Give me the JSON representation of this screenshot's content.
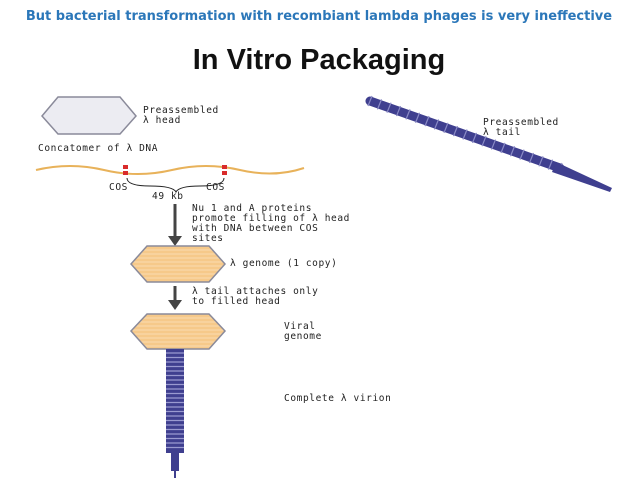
{
  "slide": {
    "banner": "But bacterial transformation with recombiant lambda phages is very ineffective",
    "title": "In Vitro Packaging"
  },
  "diagram": {
    "head_label_line1": "Preassembled",
    "head_label_line2": "λ head",
    "tail_label_line1": "Preassembled",
    "tail_label_line2": "λ tail",
    "concatomer_label": "Concatomer of λ DNA",
    "cos_left": "COS",
    "cos_right": "COS",
    "spacing_label": "49 kb",
    "step1_line1": "Nu 1 and A proteins",
    "step1_line2": "promote filling of λ head",
    "step1_line3": "with DNA between COS",
    "step1_line4": "sites",
    "genome_label": "λ genome (1 copy)",
    "step2_line1": "λ tail attaches only",
    "step2_line2": "to filled head",
    "viral_line1": "Viral",
    "viral_line2": "genome",
    "virion_label": "Complete λ virion"
  },
  "colors": {
    "banner": "#2b77b9",
    "tail": "#3f3f8f",
    "dna": "#e8b25a",
    "head_fill": "#f6c98a",
    "cos_mark": "#d92b2b"
  }
}
